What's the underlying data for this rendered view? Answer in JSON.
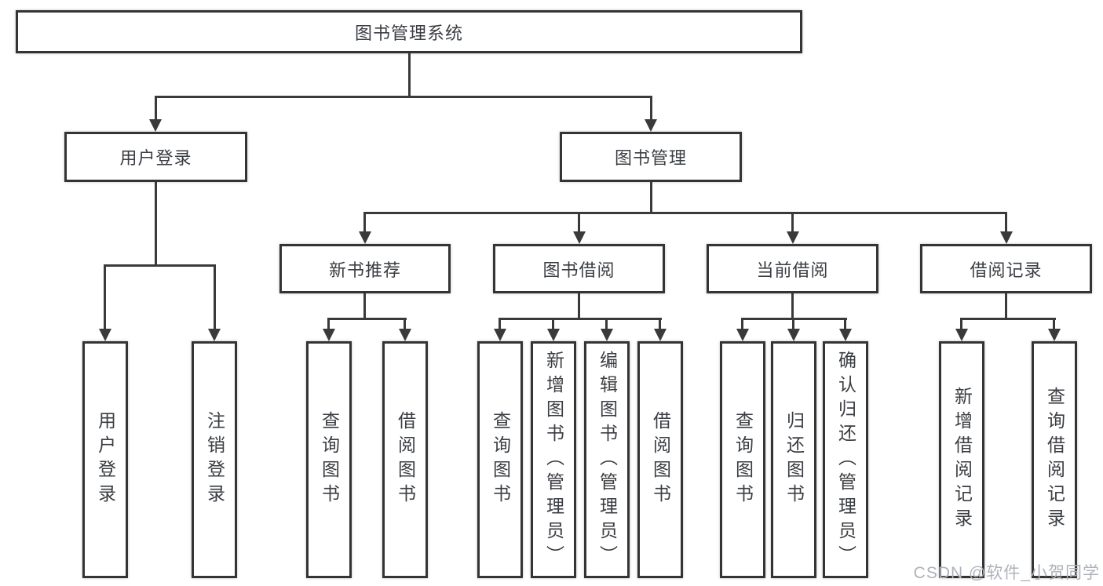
{
  "colors": {
    "line": "#3a3a3a",
    "border": "#343434",
    "text": "#3a3d42",
    "watermark": "#aeb2ba",
    "background": "#ffffff"
  },
  "watermark": {
    "text": "CSDN @软件_小贺同学"
  },
  "tree": {
    "root": {
      "label": "图书管理系统"
    },
    "branches": [
      {
        "label": "用户登录",
        "children": [
          {
            "label": "用户登录"
          },
          {
            "label": "注销登录"
          }
        ]
      },
      {
        "label": "图书管理",
        "children": [
          {
            "label": "新书推荐",
            "children": [
              {
                "label": "查询图书"
              },
              {
                "label": "借阅图书"
              }
            ]
          },
          {
            "label": "图书借阅",
            "children": [
              {
                "label": "查询图书"
              },
              {
                "label": "新增图书（管理员）"
              },
              {
                "label": "编辑图书（管理员）"
              },
              {
                "label": "借阅图书"
              }
            ]
          },
          {
            "label": "当前借阅",
            "children": [
              {
                "label": "查询图书"
              },
              {
                "label": "归还图书"
              },
              {
                "label": "确认归还（管理员）"
              }
            ]
          },
          {
            "label": "借阅记录",
            "children": [
              {
                "label": "新增借阅记录"
              },
              {
                "label": "查询借阅记录"
              }
            ]
          }
        ]
      }
    ]
  }
}
